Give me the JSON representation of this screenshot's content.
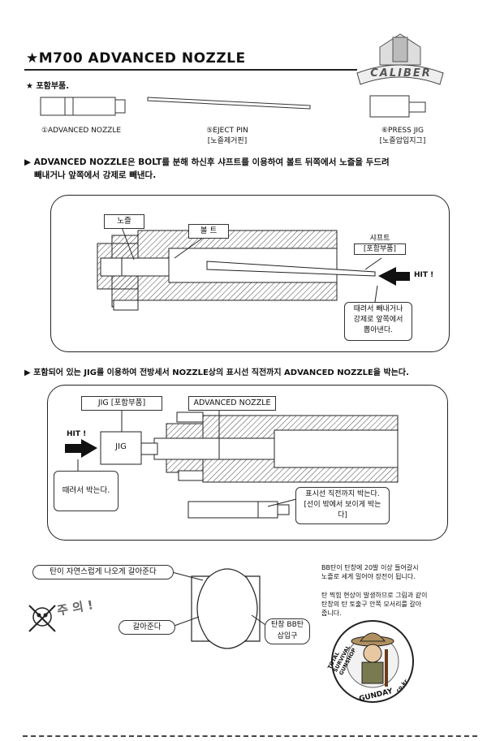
{
  "title": "★M700 ADVANCED NOZZLE",
  "logo": {
    "text": "CALIBER"
  },
  "included_parts": {
    "heading": "★ 포함부품.",
    "items": [
      {
        "name": "①ADVANCED NOZZLE",
        "sub": ""
      },
      {
        "name": "⑤EJECT PIN",
        "sub": "[노즐제거핀]"
      },
      {
        "name": "⑥PRESS JIG",
        "sub": "[노즐압입지그]"
      }
    ]
  },
  "section1": {
    "text_line1": "▶ ADVANCED NOZZLE은 BOLT를 분해 하신후 샤프트를 이용하여 볼트 뒤쪽에서 노즐을 두드려",
    "text_line2": "빼내거나 앞쪽에서 강제로 빼낸다.",
    "label_nozzle": "노즐",
    "label_bolt": "볼 트",
    "label_shaft_1": "샤프트",
    "label_shaft_2": "[포함부품]",
    "hit": "HIT !",
    "note_1": "때려서 빼내거나",
    "note_2": "강제로 앞쪽에서",
    "note_3": "뽑아낸다."
  },
  "section2": {
    "text": "▶ 포함되어 있는 JIG를 이용하여 전방세서 NOZZLE상의 표시선 직전까지 ADVANCED NOZZLE을 박는다.",
    "label_jig": "JIG [포함부품]",
    "label_adv": "ADVANCED NOZZLE",
    "hit": "HIT !",
    "jig": "JIG",
    "note_hit": "때려서 박는다.",
    "note_mark_1": "표시선 직전까지 박는다.",
    "note_mark_2": "[선이 밖에서 보이게 박는",
    "note_mark_3": "다]"
  },
  "section3": {
    "callout_top": "탄이 자연스럽게 나오게 갈아준다",
    "callout_left": "갈아준다",
    "callout_right_1": "탄창 BB탄",
    "callout_right_2": "삽입구",
    "warning": "주 의 !",
    "note1_line1": "BB탄이 탄창에 20발 이상 들어갈시",
    "note1_line2": "노즐로 세게 밀어야 장전이 됩니다.",
    "note2_line1": "탄 찍힘 현상이 발생하므로 그림과 같이",
    "note2_line2": "탄창의 탄 토출구 안쪽 모서리를 갈아",
    "note2_line3": "줍니다."
  },
  "badge": {
    "ring_left": "TOTAL SURVIVAL GUNSHOP",
    "brand": "GUNDAY",
    "domain": ".co.kr"
  }
}
